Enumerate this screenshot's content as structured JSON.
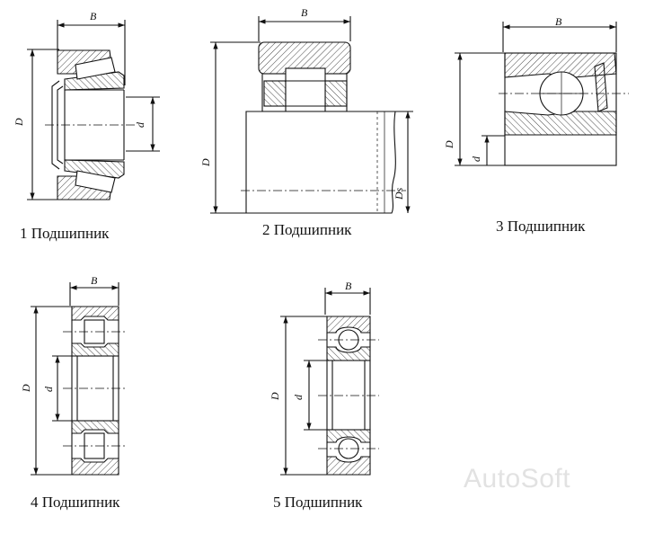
{
  "bearings": [
    {
      "caption": "1 Подшипник",
      "dims": [
        "B",
        "D",
        "d"
      ]
    },
    {
      "caption": "2 Подшипник",
      "dims": [
        "B",
        "D",
        "Ds"
      ]
    },
    {
      "caption": "3 Подшипник",
      "dims": [
        "B",
        "D",
        "d"
      ]
    },
    {
      "caption": "4 Подшипник",
      "dims": [
        "B",
        "D",
        "d"
      ]
    },
    {
      "caption": "5 Подшипник",
      "dims": [
        "B",
        "D",
        "d"
      ]
    }
  ],
  "watermark": "AutoSoft"
}
